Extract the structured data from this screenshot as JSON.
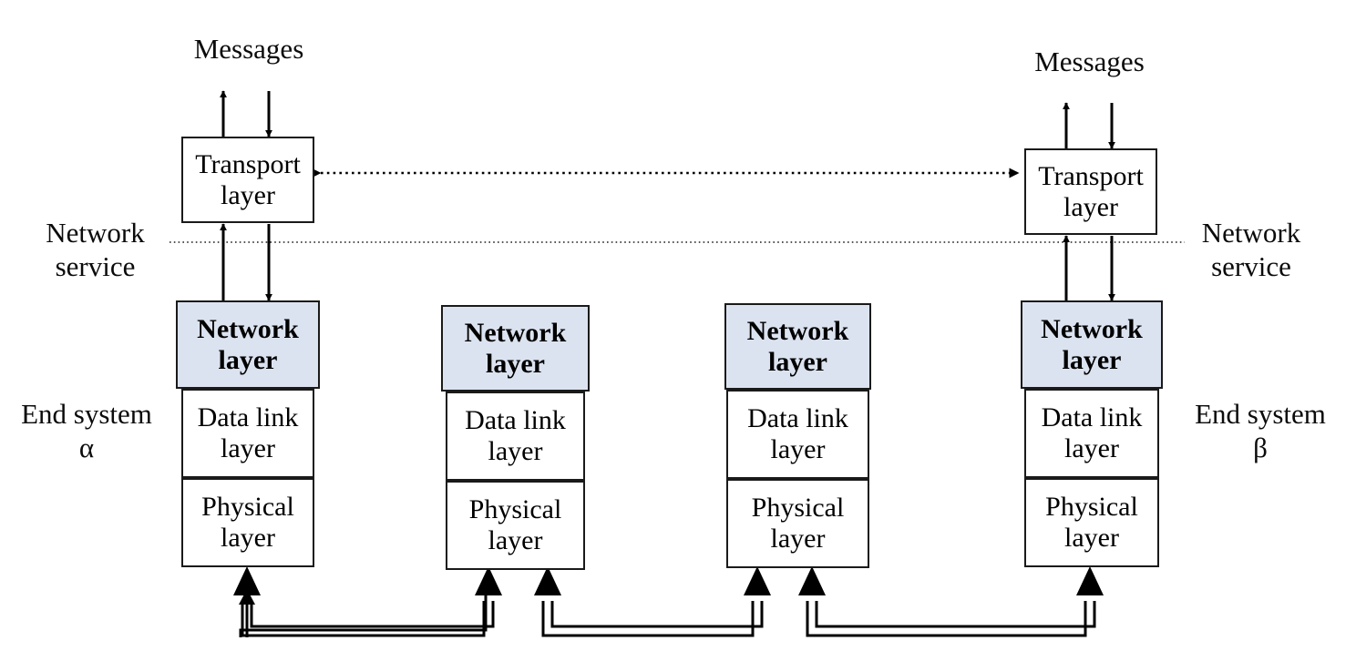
{
  "diagram": {
    "title": "Layered network architecture: end systems and intermediate nodes",
    "colors": {
      "network_layer_fill": "#dce3f0",
      "stroke": "#1a1a1a",
      "background": "#ffffff"
    },
    "labels": {
      "messages_left": "Messages",
      "messages_right": "Messages",
      "network_service_left": "Network\nservice",
      "network_service_right": "Network\nservice",
      "end_system_left": "End system\nα",
      "end_system_right": "End system\nβ"
    },
    "stacks": [
      {
        "id": "end-system-alpha",
        "kind": "end-system",
        "transport": "Transport\nlayer",
        "layers": [
          {
            "name": "network-layer",
            "label": "Network\nlayer",
            "highlighted": true
          },
          {
            "name": "data-link-layer",
            "label": "Data link\nlayer",
            "highlighted": false
          },
          {
            "name": "physical-layer",
            "label": "Physical\nlayer",
            "highlighted": false
          }
        ]
      },
      {
        "id": "router-1",
        "kind": "intermediate-node",
        "transport": null,
        "layers": [
          {
            "name": "network-layer",
            "label": "Network\nlayer",
            "highlighted": true
          },
          {
            "name": "data-link-layer",
            "label": "Data link\nlayer",
            "highlighted": false
          },
          {
            "name": "physical-layer",
            "label": "Physical\nlayer",
            "highlighted": false
          }
        ]
      },
      {
        "id": "router-2",
        "kind": "intermediate-node",
        "transport": null,
        "layers": [
          {
            "name": "network-layer",
            "label": "Network\nlayer",
            "highlighted": true
          },
          {
            "name": "data-link-layer",
            "label": "Data link\nlayer",
            "highlighted": false
          },
          {
            "name": "physical-layer",
            "label": "Physical\nlayer",
            "highlighted": false
          }
        ]
      },
      {
        "id": "end-system-beta",
        "kind": "end-system",
        "transport": "Transport\nlayer",
        "layers": [
          {
            "name": "network-layer",
            "label": "Network\nlayer",
            "highlighted": true
          },
          {
            "name": "data-link-layer",
            "label": "Data link\nlayer",
            "highlighted": false
          },
          {
            "name": "physical-layer",
            "label": "Physical\nlayer",
            "highlighted": false
          }
        ]
      }
    ],
    "connections": {
      "peer_transport": "dotted double-headed arrow between the two transport layers",
      "network_service_boundary": "dotted horizontal line marking the network service interface",
      "physical_links": [
        "end-system-alpha to router-1",
        "router-1 to router-2",
        "router-2 to end-system-beta"
      ]
    }
  }
}
